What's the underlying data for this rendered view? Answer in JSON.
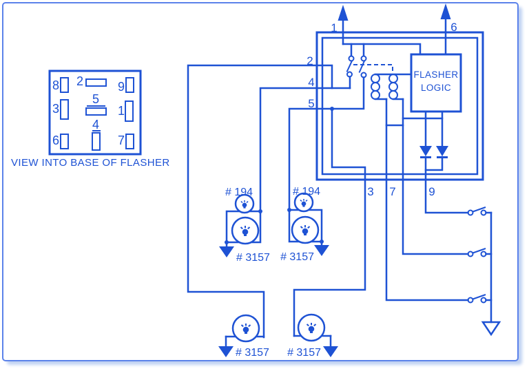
{
  "colors": {
    "line": "#1e52d4",
    "frame": "#5b82ea",
    "shadow": "#c0d2f2",
    "background": "#ffffff"
  },
  "connector_base": {
    "caption": "VIEW INTO BASE OF FLASHER",
    "pins": [
      {
        "label": "8"
      },
      {
        "label": "2"
      },
      {
        "label": "9"
      },
      {
        "label": "3"
      },
      {
        "label": "5"
      },
      {
        "label": "1"
      },
      {
        "label": "6"
      },
      {
        "label": "4"
      },
      {
        "label": "7"
      }
    ]
  },
  "module": {
    "logic_box": {
      "line1": "FLASHER",
      "line2": "LOGIC"
    },
    "top_pins": [
      {
        "label": "1"
      },
      {
        "label": "6"
      }
    ],
    "left_pins": [
      {
        "label": "2"
      },
      {
        "label": "4"
      },
      {
        "label": "5"
      }
    ],
    "bottom_pins": [
      {
        "label": "3"
      },
      {
        "label": "7"
      },
      {
        "label": "9"
      }
    ]
  },
  "lamps": {
    "front_left": {
      "small": "# 194",
      "large": "# 3157"
    },
    "front_right": {
      "small": "# 194",
      "large": "# 3157"
    },
    "rear_left": {
      "large": "# 3157"
    },
    "rear_right": {
      "large": "# 3157"
    }
  }
}
